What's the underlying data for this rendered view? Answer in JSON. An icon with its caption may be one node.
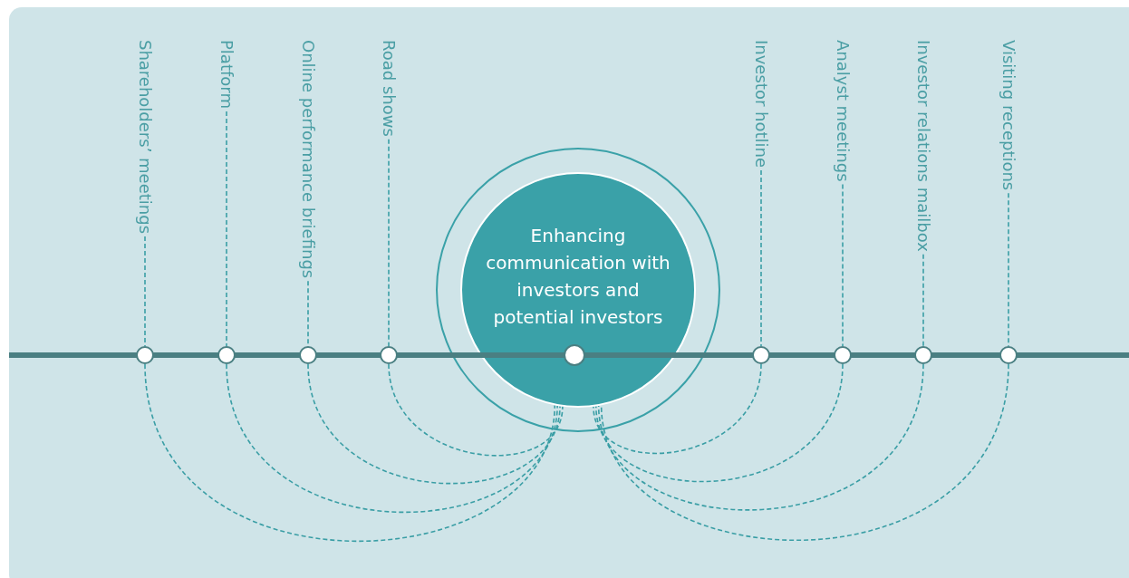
{
  "diagram": {
    "nodes": [
      {
        "text": [
          "Shareholders’ meetings"
        ]
      },
      {
        "text": [
          "Platform"
        ]
      },
      {
        "text": [
          "Online performance briefings"
        ]
      },
      {
        "text": [
          "Road shows"
        ]
      },
      {
        "text": [
          "Investor hotline"
        ]
      },
      {
        "text": [
          "Analyst meetings"
        ]
      },
      {
        "text": [
          "Investor relations mailbox"
        ]
      },
      {
        "text": [
          "Visiting receptions"
        ]
      },
      {
        "text": [],
        "shape": "circle"
      },
      {
        "text": [],
        "shape": "circle"
      },
      {
        "text": [],
        "shape": "circle"
      },
      {
        "text": [],
        "shape": "circle"
      },
      {
        "text": [],
        "shape": "circle"
      },
      {
        "text": [],
        "shape": "circle"
      },
      {
        "text": [],
        "shape": "circle"
      },
      {
        "text": [],
        "shape": "circle"
      },
      {
        "text": [
          "Enhancing communication with investors and potential investors"
        ]
      }
    ],
    "edges": [
      {
        "from": 0,
        "to": 8,
        "arrow": "none",
        "style": "dashed"
      },
      {
        "from": 1,
        "to": 9,
        "arrow": "none",
        "style": "dashed"
      },
      {
        "from": 2,
        "to": 10,
        "arrow": "none",
        "style": "dashed"
      },
      {
        "from": 3,
        "to": 11,
        "arrow": "none",
        "style": "dashed"
      },
      {
        "from": 4,
        "to": 12,
        "arrow": "none",
        "style": "dashed"
      },
      {
        "from": 5,
        "to": 13,
        "arrow": "none",
        "style": "dashed"
      },
      {
        "from": 6,
        "to": 14,
        "arrow": "none",
        "style": "dashed"
      },
      {
        "from": 7,
        "to": 15,
        "arrow": "none",
        "style": "dashed"
      },
      {
        "from": 8,
        "to": 16,
        "arrow": "none",
        "style": "dashed"
      },
      {
        "from": 9,
        "to": 16,
        "arrow": "none",
        "style": "dashed"
      },
      {
        "from": 10,
        "to": 16,
        "arrow": "none",
        "style": "dashed"
      },
      {
        "from": 11,
        "to": 16,
        "arrow": "none",
        "style": "dashed"
      },
      {
        "from": 12,
        "to": 16,
        "arrow": "none",
        "style": "dashed"
      },
      {
        "from": 13,
        "to": 16,
        "arrow": "none",
        "style": "dashed"
      },
      {
        "from": 14,
        "to": 16,
        "arrow": "none",
        "style": "dashed"
      },
      {
        "from": 15,
        "to": 16,
        "arrow": "none",
        "style": "dashed"
      }
    ]
  }
}
